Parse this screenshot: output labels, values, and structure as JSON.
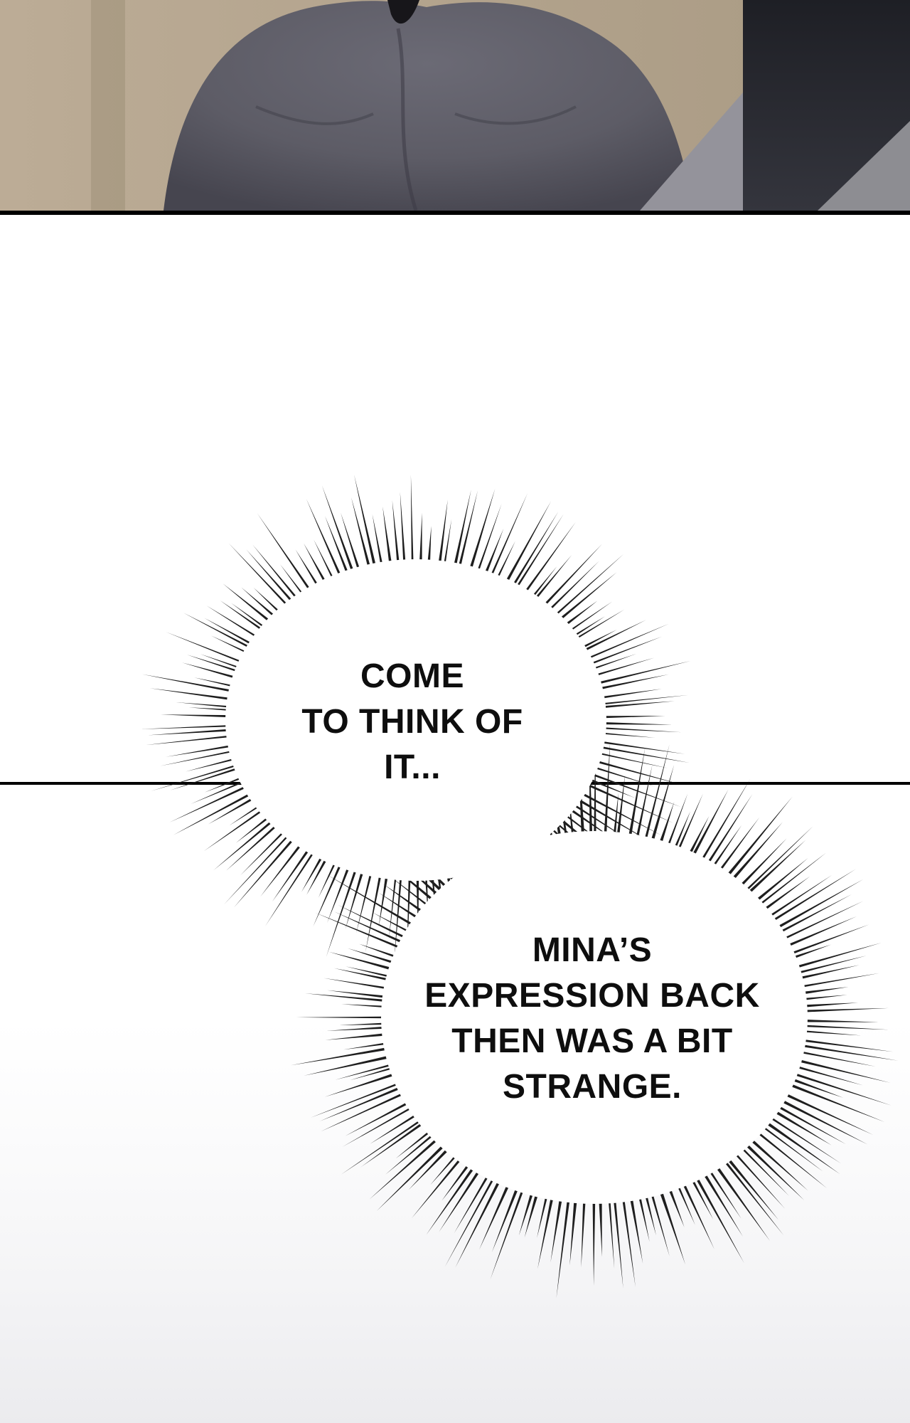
{
  "panel": {
    "background_beige": "#b6a791",
    "shirt_gray": "#5d5c66",
    "shirt_shadow": "#44434e",
    "right_panel_dark": "#24252c",
    "right_panel_light": "#8d8d92",
    "divider_black": "#000000"
  },
  "bubbles": {
    "first": {
      "lines": [
        "COME",
        "TO THINK OF",
        "IT..."
      ]
    },
    "second": {
      "lines": [
        "MINA’S",
        "EXPRESSION BACK",
        "THEN WAS A BIT",
        "STRANGE."
      ]
    }
  }
}
